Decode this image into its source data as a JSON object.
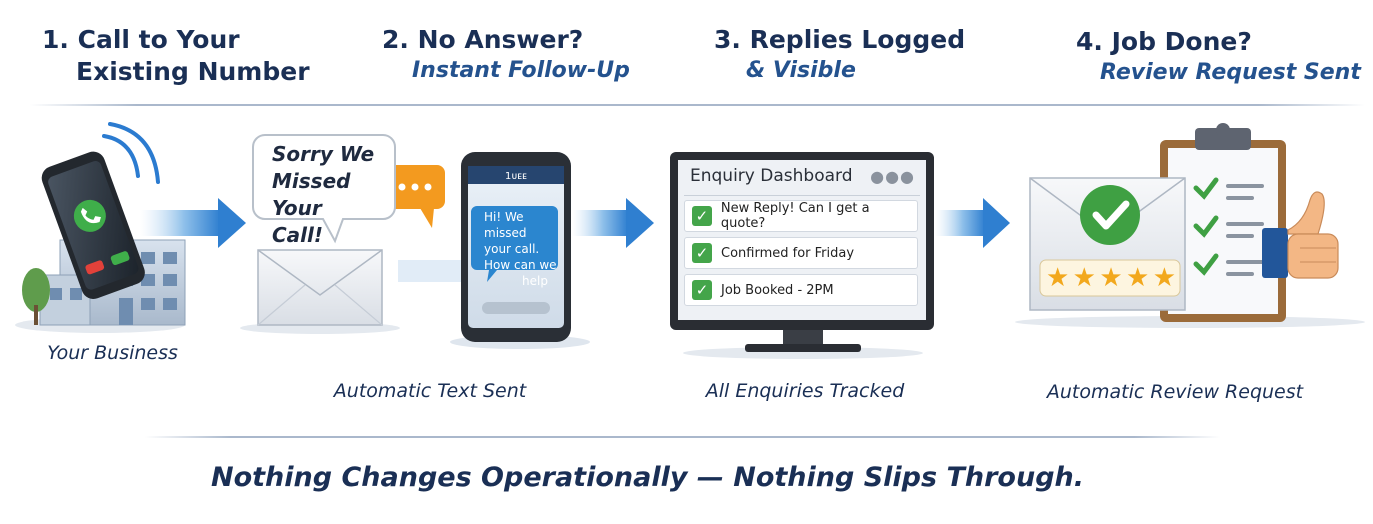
{
  "steps": [
    {
      "title_line1": "1. Call to Your",
      "title_line2": "Existing Number",
      "caption": "Your Business"
    },
    {
      "title": "2. No Answer?",
      "subtitle": "Instant Follow-Up",
      "caption": "Automatic Text Sent"
    },
    {
      "title": "3. Replies Logged",
      "subtitle": "& Visible",
      "caption": "All Enquiries Tracked"
    },
    {
      "title": "4. Job Done?",
      "subtitle": "Review Request Sent",
      "caption": "Automatic Review Request"
    }
  ],
  "speech_bubble": {
    "line1": "Sorry We",
    "line2": "Missed Your",
    "line3": "Call!"
  },
  "phone": {
    "header": "1ᴜᴇᴇ",
    "line1": "Hi! We missed",
    "line2": "your call.",
    "line3": "How can we",
    "line4": "help"
  },
  "dashboard": {
    "title": "Enquiry Dashboard",
    "rows": [
      {
        "text": "New Reply! Can I get a quote?"
      },
      {
        "text": "Confirmed for Friday"
      },
      {
        "text": "Job Booked - 2PM"
      }
    ]
  },
  "review": {
    "stars": 5
  },
  "tagline": "Nothing Changes Operationally — Nothing Slips Through.",
  "colors": {
    "navy": "#1a2f55",
    "accent_blue": "#24528e",
    "arrow_blue": "#2f7fd0",
    "check_green": "#44a54a",
    "star_gold": "#f2a81d",
    "bubble_orange": "#f39a1f"
  }
}
